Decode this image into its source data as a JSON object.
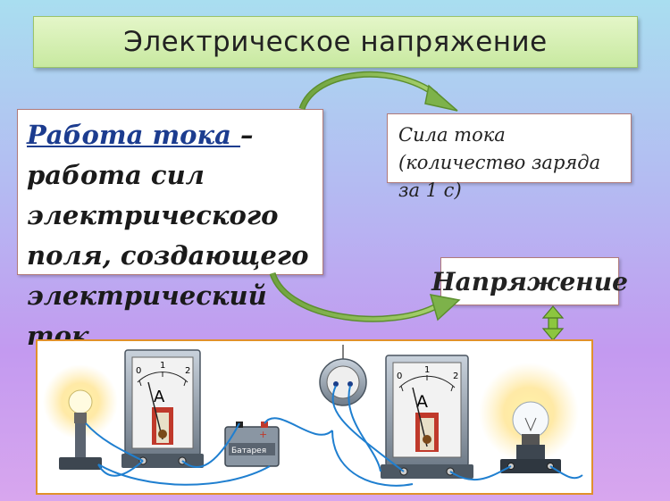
{
  "title": "Электрическое напряжение",
  "definition": {
    "term": "Работа тока ",
    "rest": " – работа сил электрического поля, создающего электрический ток."
  },
  "current_box": "Сила тока (количество заряда за 1 с)",
  "voltage_box": "Напряжение",
  "meters": {
    "left": {
      "letter": "A",
      "ticks": [
        "0",
        "1",
        "2"
      ]
    },
    "right": {
      "letter": "A",
      "ticks": [
        "0",
        "1",
        "2"
      ]
    }
  },
  "battery_label": "Батарея",
  "battery_sign": "+",
  "colors": {
    "arrow": "#8fbf5a",
    "wire": "#1f7fd0",
    "panel_border": "#e1912b",
    "double_arrow": "#8cc63f"
  }
}
